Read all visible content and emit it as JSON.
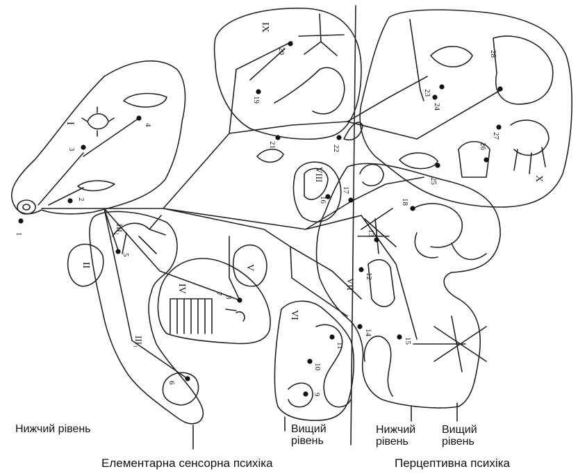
{
  "groups": [
    {
      "id": "I",
      "label": "I"
    },
    {
      "id": "II",
      "label": "II"
    },
    {
      "id": "III1",
      "label": "III₁"
    },
    {
      "id": "III2",
      "label": "III₂"
    },
    {
      "id": "IV",
      "label": "IV"
    },
    {
      "id": "V",
      "label": "V"
    },
    {
      "id": "VI",
      "label": "VI"
    },
    {
      "id": "VII",
      "label": "VII"
    },
    {
      "id": "VIII",
      "label": "VIII"
    },
    {
      "id": "IX",
      "label": "IX"
    },
    {
      "id": "X",
      "label": "X"
    }
  ],
  "organisms": [
    "1",
    "2",
    "3",
    "4",
    "5",
    "6",
    "7",
    "8",
    "9",
    "10",
    "11",
    "12",
    "13",
    "14",
    "15",
    "16",
    "17",
    "18",
    "19",
    "20",
    "21",
    "22",
    "23",
    "24",
    "25",
    "26",
    "27",
    "28"
  ],
  "levels": {
    "lower_left": "Нижчий рівень",
    "higher_left": "Вищий рівень",
    "lower_right": "Нижчий рівень",
    "higher_right": "Вищий рівень"
  },
  "stages": {
    "elementary": "Елементарна сенсорна психіка",
    "perceptual": "Перцептивна психіка"
  }
}
